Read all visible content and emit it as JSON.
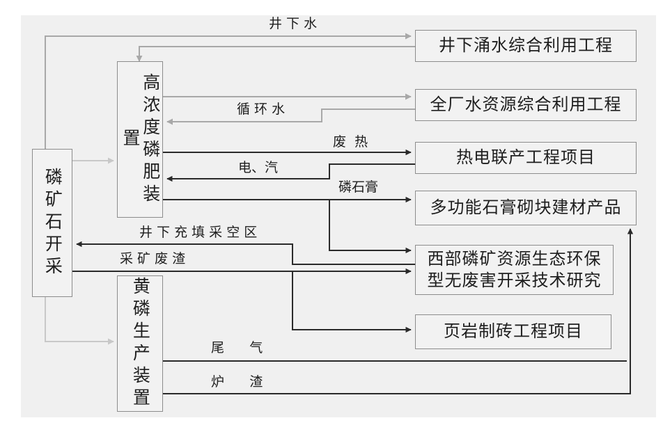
{
  "colors": {
    "background": "#f0f0f0",
    "box_border": "#8c8c8c",
    "box_fill": "#f2f2f2",
    "dark_line": "#2a2a2a",
    "light_line": "#a8a8a8",
    "faint_line": "#c8c8c8"
  },
  "nodes": {
    "mining": "磷矿石开采",
    "fertilizer": "高浓度磷肥装置",
    "yellow_phosphorus": "黄磷生产装置",
    "underground_water_project": "井下涌水综合利用工程",
    "plant_water_project": "全厂水资源综合利用工程",
    "cogeneration_project": "热电联产工程项目",
    "gypsum_block_products": "多功能石膏砌块建材产品",
    "western_research": "西部磷矿资源生态环保\n型无废害开采技术研究",
    "shale_brick_project": "页岩制砖工程项目"
  },
  "edge_labels": {
    "underground_water": "井 下 水",
    "circulating_water": "循 环 水",
    "waste_heat": "废  热",
    "electricity_steam": "电、汽",
    "phosphogypsum": "磷石膏",
    "underground_backfill": "井 下 充 填 采 空 区",
    "mining_waste_slag": "采 矿 废 渣",
    "tail_gas": "尾      气",
    "furnace_slag": "炉      渣"
  }
}
